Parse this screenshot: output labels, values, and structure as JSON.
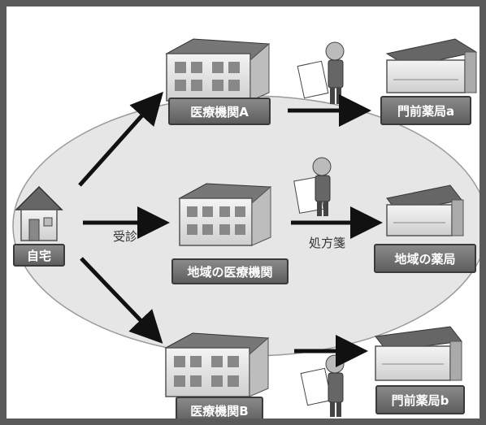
{
  "nodes": {
    "home": "自宅",
    "clinic_a": "医療機関A",
    "clinic_local": "地域の医療機関",
    "clinic_b": "医療機関B",
    "pharmacy_a": "門前薬局a",
    "pharmacy_local": "地域の薬局",
    "pharmacy_b": "門前薬局b"
  },
  "edge_labels": {
    "consult": "受診",
    "prescription": "処方箋"
  },
  "colors": {
    "label_fill": "#6e6e6e",
    "arrow": "#111111",
    "ellipse_fill": "#e8e8e8"
  }
}
